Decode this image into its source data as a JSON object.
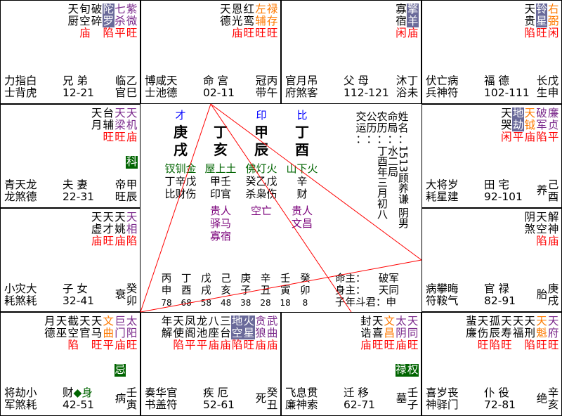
{
  "colors": {
    "main_star": "#7b2a8c",
    "aux_star": "#ff7a00",
    "sha_star_bg": "#6a6a9a",
    "brightness": "#ff0000",
    "sihua_bg": "#006400",
    "lines": "#ff0000"
  },
  "palaces": [
    {
      "id": "si",
      "stars": [
        {
          "n": "紫\n微",
          "t": "main",
          "b": "旺"
        },
        {
          "n": "七\n杀",
          "t": "main",
          "b": "平"
        },
        {
          "n": "陀\n罗",
          "t": "sha",
          "b": "陷"
        },
        {
          "n": "破\n碎",
          "t": "minor",
          "b": ""
        },
        {
          "n": "旬\n空",
          "t": "minor",
          "b": "庙"
        },
        {
          "n": "天\n厨",
          "t": "minor",
          "b": ""
        }
      ],
      "gods": "力指白\n士背虎",
      "name": "兄 弟",
      "age": "12-21",
      "stage": "临\n官",
      "gz": "乙\n巳"
    },
    {
      "id": "wu",
      "stars": [
        {
          "n": "禄\n存",
          "t": "aux",
          "b": "旺"
        },
        {
          "n": "左\n辅",
          "t": "aux",
          "b": "旺"
        },
        {
          "n": "红\n鸾",
          "t": "minor",
          "b": "旺"
        },
        {
          "n": "恩\n光",
          "t": "minor",
          "b": "庙"
        },
        {
          "n": "天\n德",
          "t": "minor",
          "b": ""
        }
      ],
      "gods": "博咸天\n士池德",
      "name": "命 宫",
      "age": "02-11",
      "stage": "冠\n带",
      "gz": "丙\n午"
    },
    {
      "id": "wei",
      "stars": [
        {
          "n": "擎\n羊",
          "t": "sha",
          "b": "庙"
        },
        {
          "n": "寡\n宿",
          "t": "minor",
          "b": "闲"
        }
      ],
      "gods": "官月吊\n府煞客",
      "name": "父 母",
      "age": "112-121",
      "stage": "沐\n浴",
      "gz": "丁\n未"
    },
    {
      "id": "shen",
      "stars": [
        {
          "n": "右\n弼",
          "t": "aux",
          "b": "闲"
        },
        {
          "n": "铃\n星",
          "t": "sha",
          "b": "旺"
        },
        {
          "n": "天\n贵",
          "t": "minor",
          "b": "陷"
        }
      ],
      "gods": "伏亡病\n兵神符",
      "name": "福 德",
      "age": "102-111",
      "stage": "长\n生",
      "gz": "戊\n申"
    },
    {
      "id": "chen",
      "stars": [
        {
          "n": "天\n机",
          "t": "main",
          "b": "庙",
          "h": "科"
        },
        {
          "n": "天\n梁",
          "t": "main",
          "b": "旺"
        },
        {
          "n": "台\n辅",
          "t": "minor",
          "b": "旺"
        },
        {
          "n": "天\n月",
          "t": "minor",
          "b": ""
        }
      ],
      "gods": "青天龙\n龙煞德",
      "name": "夫 妻",
      "age": "22-31",
      "stage": "帝\n旺",
      "gz": "甲\n辰"
    },
    {
      "id": "you",
      "stars": [
        {
          "n": "廉\n贞",
          "t": "main",
          "b": "平"
        },
        {
          "n": "破\n军",
          "t": "main",
          "b": "陷"
        },
        {
          "n": "天\n钺",
          "t": "aux",
          "b": "庙"
        },
        {
          "n": "地\n劫",
          "t": "sha",
          "b": "平"
        },
        {
          "n": "天\n哭",
          "t": "minor",
          "b": "闲"
        }
      ],
      "gods": "大将岁\n耗星建",
      "name": "田 宅",
      "age": "92-101",
      "stage": "养",
      "gz": "己\n酉"
    },
    {
      "id": "mao",
      "stars": [
        {
          "n": "天\n相",
          "t": "main",
          "b": "陷"
        },
        {
          "n": "天\n姚",
          "t": "minor",
          "b": "庙"
        },
        {
          "n": "天\n才",
          "t": "minor",
          "b": "旺"
        },
        {
          "n": "天\n虚",
          "t": "minor",
          "b": "庙"
        }
      ],
      "gods": "小灾大\n耗煞耗",
      "name": "子 女",
      "age": "32-41",
      "stage": "衰",
      "gz": "癸\n卯"
    },
    {
      "id": "xu",
      "stars": [
        {
          "n": "解\n神",
          "t": "minor",
          "b": "庙"
        },
        {
          "n": "天\n空",
          "t": "minor",
          "b": "陷"
        },
        {
          "n": "阴\n煞",
          "t": "minor",
          "b": ""
        }
      ],
      "gods": "病攀晦\n符鞍气",
      "name": "官 禄",
      "age": "82-91",
      "stage": "胎",
      "gz": "庚\n戌"
    },
    {
      "id": "yin",
      "stars": [
        {
          "n": "太\n阳",
          "t": "main",
          "b": "旺"
        },
        {
          "n": "巨\n门",
          "t": "main",
          "b": "庙",
          "h": "忌"
        },
        {
          "n": "文\n曲",
          "t": "aux",
          "b": "平"
        },
        {
          "n": "天\n马",
          "t": "minor",
          "b": "旺"
        },
        {
          "n": "天\n官",
          "t": "minor",
          "b": ""
        },
        {
          "n": "截\n空",
          "t": "minor",
          "b": "陷"
        },
        {
          "n": "天\n巫",
          "t": "minor",
          "b": ""
        },
        {
          "n": "月\n德",
          "t": "minor",
          "b": ""
        }
      ],
      "gods": "将劫小\n军煞耗",
      "name": "财",
      "body_mark": "◆身",
      "age": "42-51",
      "stage": "病",
      "gz": "壬\n寅"
    },
    {
      "id": "chou",
      "stars": [
        {
          "n": "武\n曲",
          "t": "main",
          "b": "庙"
        },
        {
          "n": "贪\n狼",
          "t": "main",
          "b": "庙"
        },
        {
          "n": "火\n星",
          "t": "sha",
          "b": "旺"
        },
        {
          "n": "地\n空",
          "t": "sha",
          "b": "陷"
        },
        {
          "n": "三\n台",
          "t": "minor",
          "b": "庙"
        },
        {
          "n": "八\n座",
          "t": "minor",
          "b": "庙"
        },
        {
          "n": "龙\n池",
          "t": "minor",
          "b": "平"
        },
        {
          "n": "凤\n阁",
          "t": "minor",
          "b": "平"
        },
        {
          "n": "天\n使",
          "t": "minor",
          "b": "陷"
        },
        {
          "n": "年\n解",
          "t": "minor",
          "b": ""
        }
      ],
      "gods": "奏华官\n书盖符",
      "name": "疾 厄",
      "age": "52-61",
      "stage": "死",
      "gz": "癸\n丑"
    },
    {
      "id": "zi",
      "stars": [
        {
          "n": "天\n同",
          "t": "main",
          "b": "旺",
          "h": "权"
        },
        {
          "n": "太\n阴",
          "t": "main",
          "b": "庙",
          "h": "禄"
        },
        {
          "n": "文\n昌",
          "t": "aux",
          "b": "旺"
        },
        {
          "n": "天\n喜",
          "t": "minor",
          "b": "旺"
        },
        {
          "n": "封\n诰",
          "t": "minor",
          "b": "庙"
        }
      ],
      "gods": "飞息贯\n廉神索",
      "name": "迁 移",
      "age": "62-71",
      "stage": "墓",
      "gz": "壬\n子"
    },
    {
      "id": "hai",
      "stars": [
        {
          "n": "天\n府",
          "t": "main",
          "b": "旺"
        },
        {
          "n": "天\n魁",
          "t": "aux",
          "b": "旺"
        },
        {
          "n": "天\n刑",
          "t": "minor",
          "b": "陷"
        },
        {
          "n": "天\n福",
          "t": "minor",
          "b": ""
        },
        {
          "n": "天\n寿",
          "t": "minor",
          "b": "旺"
        },
        {
          "n": "孤\n辰",
          "t": "minor",
          "b": "陷"
        },
        {
          "n": "天\n伤",
          "t": "minor",
          "b": "旺"
        },
        {
          "n": "蜚\n廉",
          "t": "minor",
          "b": ""
        }
      ],
      "gods": "喜岁丧\n神驿门",
      "name": "仆 役",
      "age": "72-81",
      "stage": "绝",
      "gz": "辛\n亥"
    }
  ],
  "center": {
    "pillars": [
      {
        "god": "才",
        "stem": "庚",
        "branch": "戌",
        "nayin": "钗钏金",
        "hidden": "丁辛戊",
        "tengods": "比财伤",
        "shensha": []
      },
      {
        "god": "",
        "stem": "丁",
        "branch": "亥",
        "nayin": "屋上土",
        "hidden": "甲壬",
        "tengods": "印官",
        "shensha": [
          "贵人",
          "驿马",
          "寡宿"
        ]
      },
      {
        "god": "印",
        "stem": "甲",
        "branch": "辰",
        "nayin": "佛灯火",
        "hidden": "癸乙戊",
        "tengods": "杀枭伤",
        "shensha": [
          "空亡"
        ]
      },
      {
        "god": "比",
        "stem": "丁",
        "branch": "酉",
        "nayin": "山下火",
        "hidden": "辛",
        "tengods": "财",
        "shensha": [
          "贵人",
          "文昌"
        ]
      }
    ],
    "info": [
      {
        "label": "姓\n名\n：",
        "value": "1513顾养谦 阴男"
      },
      {
        "label": "命\n局\n：",
        "value": "水二局"
      },
      {
        "label": "农\n历\n：",
        "value": "丁酉年三月初八"
      },
      {
        "label": "公\n历\n：",
        "value": ""
      },
      {
        "label": "交\n运\n：",
        "value": ""
      }
    ],
    "dayun": [
      {
        "gz": "丙\n申",
        "age": "78"
      },
      {
        "gz": "丁\n酉",
        "age": "68"
      },
      {
        "gz": "戊\n戌",
        "age": "58"
      },
      {
        "gz": "己\n亥",
        "age": "48"
      },
      {
        "gz": "庚\n子",
        "age": "38"
      },
      {
        "gz": "辛\n丑",
        "age": "28"
      },
      {
        "gz": "壬\n寅",
        "age": "18"
      },
      {
        "gz": "癸\n卯",
        "age": "8"
      }
    ],
    "ming_zhu": "命主：    破军",
    "shen_zhu": "身主：    天同",
    "doujun": "子年斗君：申"
  }
}
